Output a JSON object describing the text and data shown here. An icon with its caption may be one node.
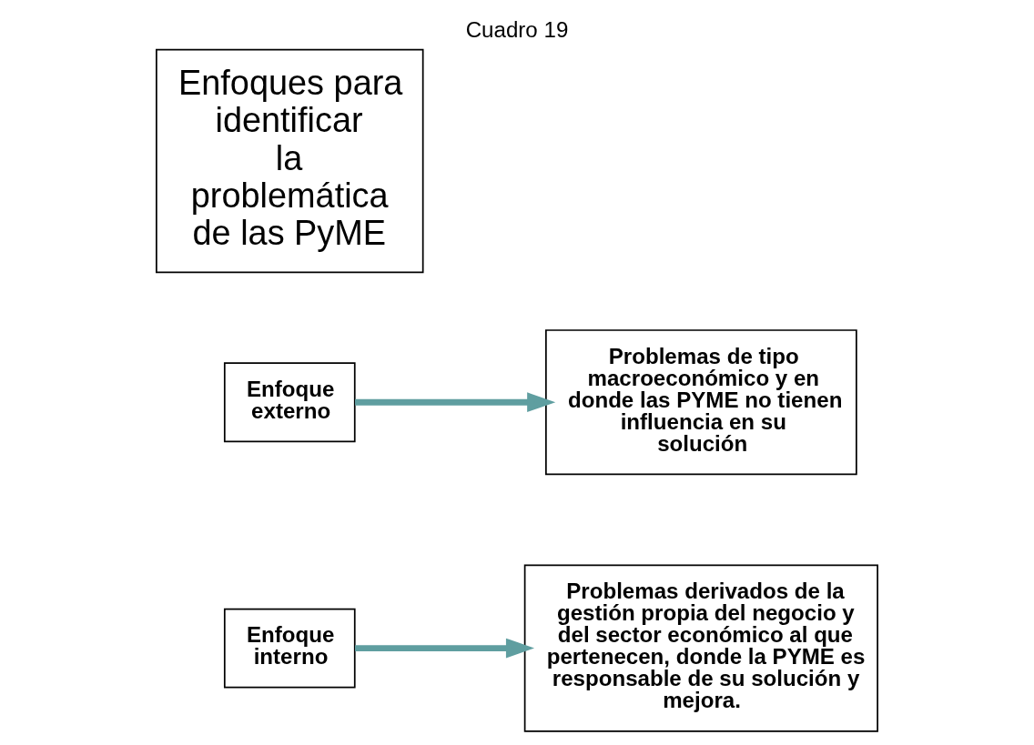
{
  "diagram": {
    "title": "Cuadro 19",
    "nodes": [
      {
        "text": [
          "Enfoques para identificar la problemática de las PyME"
        ]
      },
      {
        "text": [
          "Enfoque externo"
        ]
      },
      {
        "text": [
          "Problemas de tipo macroeconómico y en donde las PYME no tienen influencia en su solución"
        ]
      },
      {
        "text": [
          "Enfoque interno"
        ]
      },
      {
        "text": [
          "Problemas derivados de la gestión propia del negocio y del sector económico al que pertenecen, donde la PYME es responsable de su solución y mejora."
        ]
      }
    ],
    "edges": [
      {
        "from": 1,
        "to": 2,
        "arrow": "to"
      },
      {
        "from": 3,
        "to": 4,
        "arrow": "to"
      }
    ]
  }
}
